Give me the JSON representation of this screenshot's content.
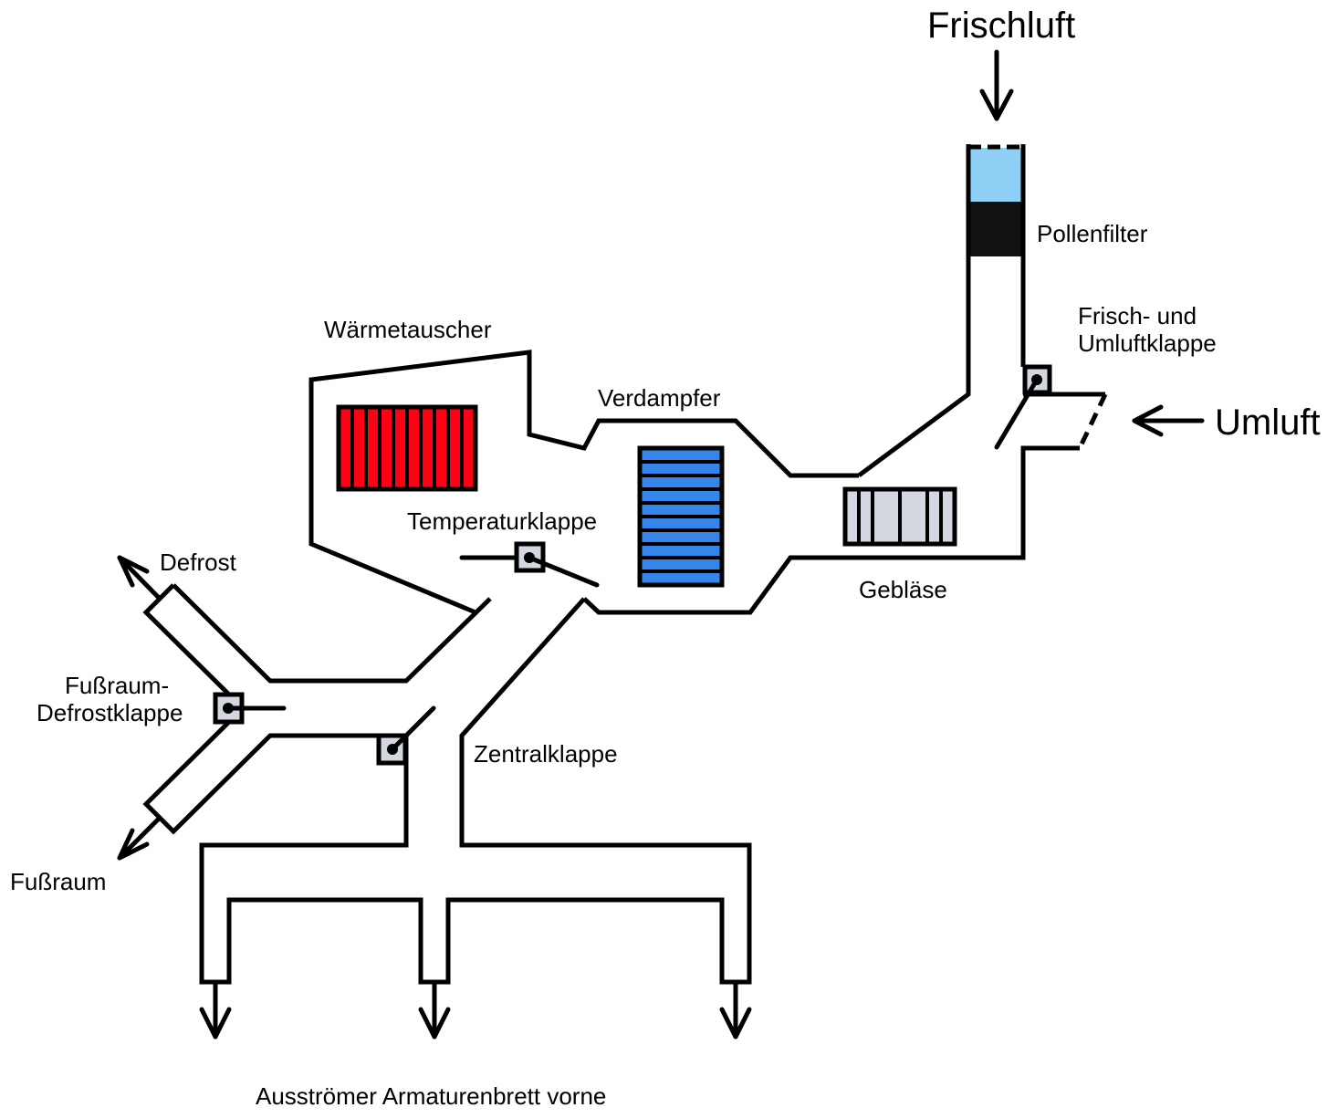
{
  "diagram": {
    "title": "Klimaanlage Luftführung",
    "labels": {
      "frischluft": "Frischluft",
      "umluft": "Umluft",
      "pollenfilter": "Pollenfilter",
      "frisch_umluftklappe_line1": "Frisch- und",
      "frisch_umluftklappe_line2": "Umluftklappe",
      "waermetauscher": "Wärmetauscher",
      "verdampfer": "Verdampfer",
      "temperaturklappe": "Temperaturklappe",
      "geblaese": "Gebläse",
      "defrost": "Defrost",
      "fussraum_defrostklappe_line1": "Fußraum-",
      "fussraum_defrostklappe_line2": "Defrostklappe",
      "zentralklappe": "Zentralklappe",
      "fussraum": "Fußraum",
      "ausstroemer": "Ausströmer Armaturenbrett vorne"
    },
    "components": [
      {
        "id": "pollenfilter",
        "color_top": "#8ecff5",
        "color_bottom": "#111111"
      },
      {
        "id": "waermetauscher",
        "color": "#ff0015",
        "fin_count": 10,
        "orientation": "vertical"
      },
      {
        "id": "verdampfer",
        "color": "#3585ea",
        "fin_count": 10,
        "orientation": "horizontal"
      },
      {
        "id": "geblaese",
        "color": "#d3d8e0"
      },
      {
        "id": "flap_pivot",
        "color": "#d3d8e0"
      }
    ],
    "flows": [
      {
        "from": "Frischluft",
        "to": "Pollenfilter"
      },
      {
        "from": "Umluft",
        "to": "Frisch- und Umluftklappe"
      },
      {
        "from": "Zentralklappe",
        "to": "Ausströmer Armaturenbrett vorne",
        "outlets": 3
      },
      {
        "from": "Fußraum-Defrostklappe",
        "to": "Defrost"
      },
      {
        "from": "Fußraum-Defrostklappe",
        "to": "Fußraum"
      }
    ]
  }
}
